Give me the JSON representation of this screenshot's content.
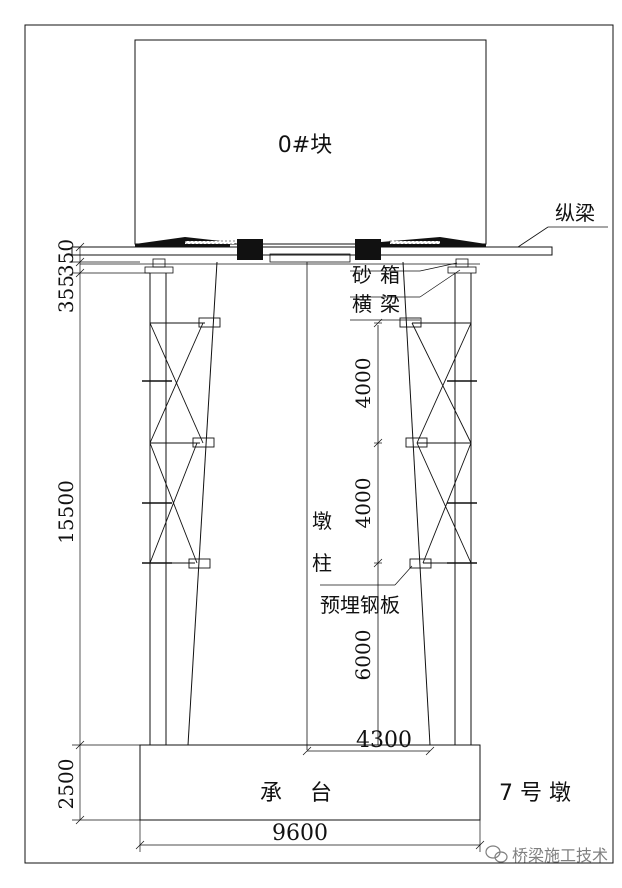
{
  "labels": {
    "block": "0#块",
    "longitudinal_beam": "纵梁",
    "sand_box": "砂箱",
    "cross_beam": "横梁",
    "pier_column": "墩柱",
    "embedded_plate": "预埋钢板",
    "pile_cap": "承    台",
    "pier_number": "7 号 墩"
  },
  "dimensions": {
    "dim_350": "350",
    "dim_355": "355",
    "dim_15500": "15500",
    "dim_2500": "2500",
    "dim_9600": "9600",
    "dim_4300": "4300",
    "dim_4000_upper": "4000",
    "dim_4000_lower": "4000",
    "dim_6000": "6000"
  },
  "watermark": {
    "text": "桥梁施工技术",
    "icon": "wechat-icon"
  }
}
